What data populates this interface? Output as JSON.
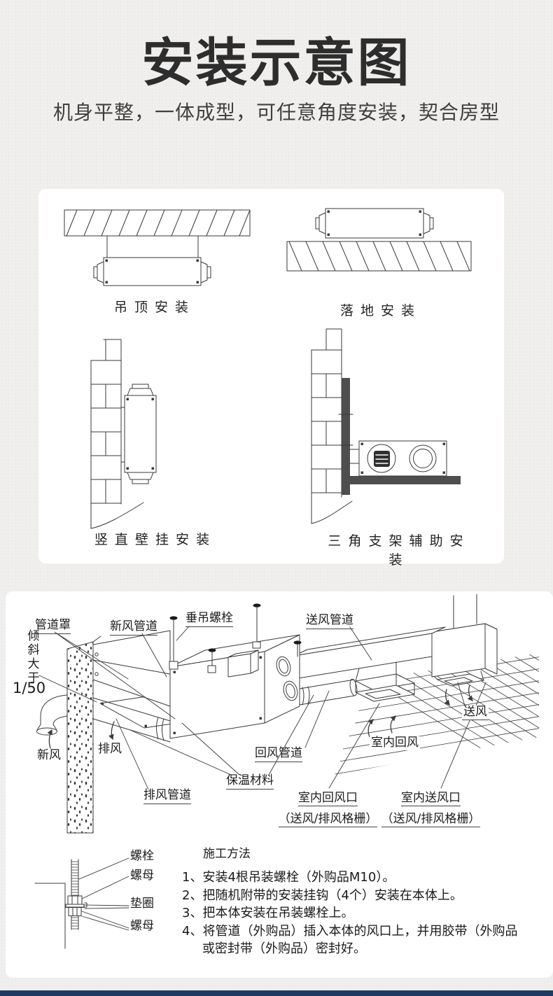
{
  "page": {
    "background": "#f0efed",
    "line_color": "#3a3a3a",
    "footer_bar_color": "#1f3864"
  },
  "header": {
    "title": "安装示意图",
    "subtitle": "机身平整，一体成型，可任意角度安装，契合房型"
  },
  "install_diagrams": {
    "ceiling_label": "吊 顶 安 装",
    "floor_label": "落 地 安 装",
    "wall_label": "竖 直 壁 挂 安 装",
    "bracket_label": "三 角 支 架 辅 助 安 装"
  },
  "schematic": {
    "labels": {
      "pipe_cover": "管道罩",
      "tilt_note": "倾斜大于",
      "tilt_ratio": "1/50",
      "fresh_air_duct": "新风管道",
      "hanging_bolt": "垂吊螺栓",
      "supply_duct": "送风管道",
      "supply_air": "送风",
      "indoor_return_air": "室内回风",
      "fresh_air": "新风",
      "exhaust_air": "排风",
      "return_duct": "回风管道",
      "insulation": "保温材料",
      "exhaust_duct": "排风管道",
      "return_grille_line1": "室内回风口",
      "return_grille_line2": "（送风/排风格栅）",
      "supply_grille_line1": "室内送风口",
      "supply_grille_line2": "（送风/排风格栅）"
    },
    "bolt_detail": {
      "bolt": "螺栓",
      "nut_upper": "螺母",
      "washer": "垫圈",
      "nut_lower": "螺母"
    }
  },
  "instructions": {
    "heading": "施工方法",
    "lines": [
      "1、安装4根吊装螺栓（外购品M10）。",
      "2、把随机附带的安装挂钩（4个）安装在本体上。",
      "3、把本体安装在吊装螺栓上。",
      "4、将管道（外购品）插入本体的风口上，并用胶带（外购品",
      "或密封带（外购品）密封好。"
    ]
  }
}
